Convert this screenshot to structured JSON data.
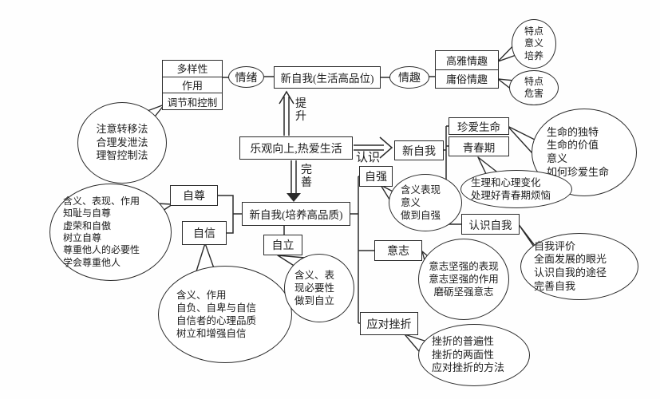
{
  "nodes": {
    "emotion_table": [
      "多样性",
      "作用",
      "调节和控制"
    ],
    "emotion": "情绪",
    "new_self_life": "新自我(生活高品位)",
    "interest": "情趣",
    "interest_table": [
      "高雅情趣",
      "庸俗情趣"
    ],
    "optimism": "乐观向上,热爱生活",
    "new_self_quality": "新自我(培养高品质)",
    "new_self": "新自我",
    "self_esteem": "自尊",
    "self_confidence": "自信",
    "self_reliance": "自立",
    "self_strengthen": "自强",
    "will": "意志",
    "cope_frustration": "应对挫折",
    "cherish_life": "珍爱生命",
    "puberty": "青春期",
    "know_self": "认识自我"
  },
  "edge_labels": {
    "up": "提升",
    "down": "完善",
    "right": "认识"
  },
  "bubbles": {
    "elegant": [
      "特点",
      "意义",
      "培养"
    ],
    "vulgar": [
      "特点",
      "危害"
    ],
    "methods": [
      "注意转移法",
      "合理发泄法",
      "理智控制法"
    ],
    "esteem": [
      "含义、表现、作用",
      "知耻与自尊",
      "虚荣和自傲",
      "树立自尊",
      "尊重他人的必要性",
      "学会尊重他人"
    ],
    "confidence": [
      "含义、作用",
      "自负、自卑与自信",
      "自信者的心理品质",
      "树立和增强自信"
    ],
    "reliance": [
      "含义、表",
      "现必要性",
      "做到自立"
    ],
    "strengthen": [
      "含义表现",
      "意义",
      "做到自强"
    ],
    "will": [
      "意志坚强的表现",
      "意志坚强的作用",
      "磨砺坚强意志"
    ],
    "frustration": [
      "挫折的普遍性",
      "挫折的两面性",
      "应对挫折的方法"
    ],
    "life": [
      "生命的独特",
      "生命的价值",
      "意义",
      "如何珍爱生命"
    ],
    "puberty": [
      "生理和心理变化",
      "处理好青春期烦恼"
    ],
    "self": [
      "自我评价",
      "全面发展的眼光",
      "认识自我的途径",
      "完善自我"
    ]
  },
  "colors": {
    "ink": "#2b2b2b",
    "background": "#fefefe"
  }
}
